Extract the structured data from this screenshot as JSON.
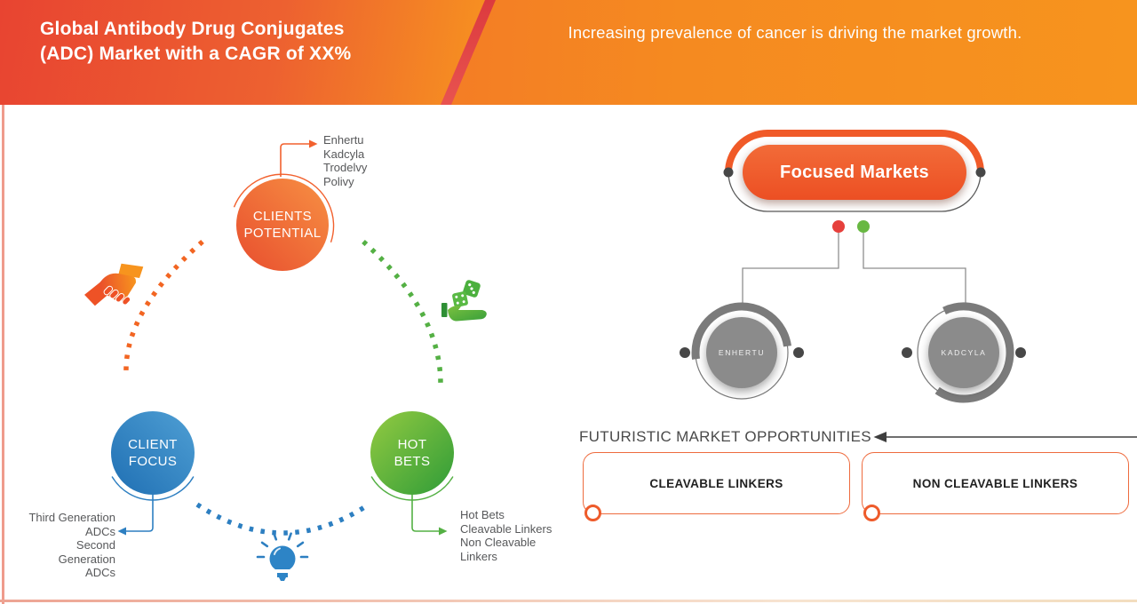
{
  "header": {
    "title": "Global Antibody Drug Conjugates\n(ADC) Market with a CAGR of XX%",
    "subtitle": "Increasing prevalence of cancer is driving the market growth."
  },
  "cycle": {
    "clients_potential": {
      "label": "CLIENTS\nPOTENTIAL",
      "items": "Enhertu\nKadcyla\nTrodelvy\nPolivy"
    },
    "client_focus": {
      "label": "CLIENT\nFOCUS",
      "items": "Third Generation\nADCs\nSecond\nGeneration\nADCs"
    },
    "hot_bets": {
      "label": "HOT\nBETS",
      "items": "Hot Bets\nCleavable Linkers\nNon Cleavable\nLinkers"
    },
    "icons": {
      "left": "handshake-icon",
      "right": "dice-in-hand-icon",
      "bottom": "lightbulb-icon"
    }
  },
  "focused_markets": {
    "title": "Focused Markets",
    "nodes": [
      "ENHERTU",
      "KADCYLA"
    ]
  },
  "opportunities": {
    "heading": "FUTURISTIC MARKET OPPORTUNITIES",
    "boxes": [
      "CLEAVABLE LINKERS",
      "NON CLEAVABLE LINKERS"
    ]
  },
  "colors": {
    "header_red": "#e84431",
    "header_orange": "#f7941e",
    "stripe_red": "#dc3a3e",
    "accent_orange": "#f2612e",
    "accent_blue": "#2d7fc1",
    "accent_green": "#54b044",
    "pill_orange": "#f05a28",
    "node_gray": "#8b8b8b",
    "dot_dark": "#474747",
    "dot_red": "#e6403c",
    "dot_green": "#68b842",
    "text_gray": "#57585a",
    "box_border_orange": "#ee6b3e"
  }
}
